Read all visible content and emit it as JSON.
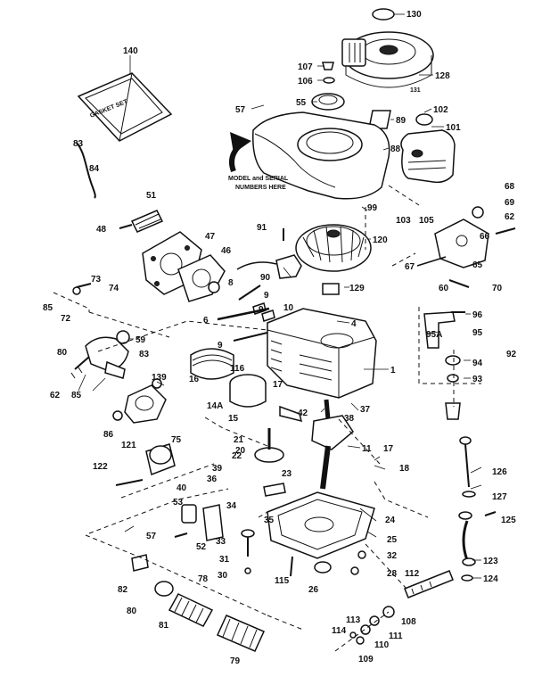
{
  "callouts": [
    {
      "id": "c130",
      "text": "130"
    },
    {
      "id": "c140",
      "text": "140"
    },
    {
      "id": "c107",
      "text": "107"
    },
    {
      "id": "c106",
      "text": "106"
    },
    {
      "id": "c128",
      "text": "128"
    },
    {
      "id": "c131",
      "text": "131"
    },
    {
      "id": "c57a",
      "text": "57"
    },
    {
      "id": "c55",
      "text": "55"
    },
    {
      "id": "c102",
      "text": "102"
    },
    {
      "id": "c101",
      "text": "101"
    },
    {
      "id": "c89",
      "text": "89"
    },
    {
      "id": "c88",
      "text": "88"
    },
    {
      "id": "c83",
      "text": "83"
    },
    {
      "id": "c84",
      "text": "84"
    },
    {
      "id": "c51",
      "text": "51"
    },
    {
      "id": "c99",
      "text": "99"
    },
    {
      "id": "c103",
      "text": "103"
    },
    {
      "id": "c105",
      "text": "105"
    },
    {
      "id": "c68",
      "text": "68"
    },
    {
      "id": "c69",
      "text": "69"
    },
    {
      "id": "c62a",
      "text": "62"
    },
    {
      "id": "c48",
      "text": "48"
    },
    {
      "id": "c47",
      "text": "47"
    },
    {
      "id": "c91",
      "text": "91"
    },
    {
      "id": "c120",
      "text": "120"
    },
    {
      "id": "c46",
      "text": "46"
    },
    {
      "id": "c66",
      "text": "66"
    },
    {
      "id": "c67",
      "text": "67"
    },
    {
      "id": "c65",
      "text": "65"
    },
    {
      "id": "c73",
      "text": "73"
    },
    {
      "id": "c74",
      "text": "74"
    },
    {
      "id": "c90",
      "text": "90"
    },
    {
      "id": "c8",
      "text": "8"
    },
    {
      "id": "c9a",
      "text": "9"
    },
    {
      "id": "c129",
      "text": "129"
    },
    {
      "id": "c60",
      "text": "60"
    },
    {
      "id": "c70",
      "text": "70"
    },
    {
      "id": "c85a",
      "text": "85"
    },
    {
      "id": "c72",
      "text": "72"
    },
    {
      "id": "c9b",
      "text": "9"
    },
    {
      "id": "c10",
      "text": "10"
    },
    {
      "id": "c6",
      "text": "6"
    },
    {
      "id": "c4",
      "text": "4"
    },
    {
      "id": "c96",
      "text": "96"
    },
    {
      "id": "c95a",
      "text": "95A"
    },
    {
      "id": "c95",
      "text": "95"
    },
    {
      "id": "c80",
      "text": "80"
    },
    {
      "id": "c59",
      "text": "59"
    },
    {
      "id": "c9c",
      "text": "9"
    },
    {
      "id": "c92",
      "text": "92"
    },
    {
      "id": "c83b",
      "text": "83"
    },
    {
      "id": "c116",
      "text": "116"
    },
    {
      "id": "c94",
      "text": "94"
    },
    {
      "id": "c62b",
      "text": "62"
    },
    {
      "id": "c85b",
      "text": "85"
    },
    {
      "id": "c139",
      "text": "139"
    },
    {
      "id": "c16",
      "text": "16"
    },
    {
      "id": "c1",
      "text": "1"
    },
    {
      "id": "c93",
      "text": "93"
    },
    {
      "id": "c14a",
      "text": "14A"
    },
    {
      "id": "c17a",
      "text": "17"
    },
    {
      "id": "c42",
      "text": "42"
    },
    {
      "id": "c37",
      "text": "37"
    },
    {
      "id": "c38",
      "text": "38"
    },
    {
      "id": "c15",
      "text": "15"
    },
    {
      "id": "c86",
      "text": "86"
    },
    {
      "id": "c121",
      "text": "121"
    },
    {
      "id": "c75",
      "text": "75"
    },
    {
      "id": "c21",
      "text": "21"
    },
    {
      "id": "c11",
      "text": "11"
    },
    {
      "id": "c17b",
      "text": "17"
    },
    {
      "id": "c20",
      "text": "20"
    },
    {
      "id": "c22",
      "text": "22"
    },
    {
      "id": "c39",
      "text": "39"
    },
    {
      "id": "c18",
      "text": "18"
    },
    {
      "id": "c126",
      "text": "126"
    },
    {
      "id": "c122",
      "text": "122"
    },
    {
      "id": "c36",
      "text": "36"
    },
    {
      "id": "c40",
      "text": "40"
    },
    {
      "id": "c23",
      "text": "23"
    },
    {
      "id": "c127",
      "text": "127"
    },
    {
      "id": "c53",
      "text": "53"
    },
    {
      "id": "c34",
      "text": "34"
    },
    {
      "id": "c35",
      "text": "35"
    },
    {
      "id": "c24",
      "text": "24"
    },
    {
      "id": "c125",
      "text": "125"
    },
    {
      "id": "c57b",
      "text": "57"
    },
    {
      "id": "c52",
      "text": "52"
    },
    {
      "id": "c33",
      "text": "33"
    },
    {
      "id": "c25",
      "text": "25"
    },
    {
      "id": "c32",
      "text": "32"
    },
    {
      "id": "c123",
      "text": "123"
    },
    {
      "id": "c31",
      "text": "31"
    },
    {
      "id": "c78",
      "text": "78"
    },
    {
      "id": "c82",
      "text": "82"
    },
    {
      "id": "c30",
      "text": "30"
    },
    {
      "id": "c115",
      "text": "115"
    },
    {
      "id": "c26",
      "text": "26"
    },
    {
      "id": "c28",
      "text": "28"
    },
    {
      "id": "c112",
      "text": "112"
    },
    {
      "id": "c124",
      "text": "124"
    },
    {
      "id": "c80b",
      "text": "80"
    },
    {
      "id": "c81",
      "text": "81"
    },
    {
      "id": "c113",
      "text": "113"
    },
    {
      "id": "c108",
      "text": "108"
    },
    {
      "id": "c114",
      "text": "114"
    },
    {
      "id": "c111",
      "text": "111"
    },
    {
      "id": "c110",
      "text": "110"
    },
    {
      "id": "c109",
      "text": "109"
    },
    {
      "id": "c79",
      "text": "79"
    }
  ],
  "notes": {
    "model_line1": "MODEL and SERIAL",
    "model_line2": "NUMBERS HERE",
    "box_label": "GASKET SET"
  }
}
